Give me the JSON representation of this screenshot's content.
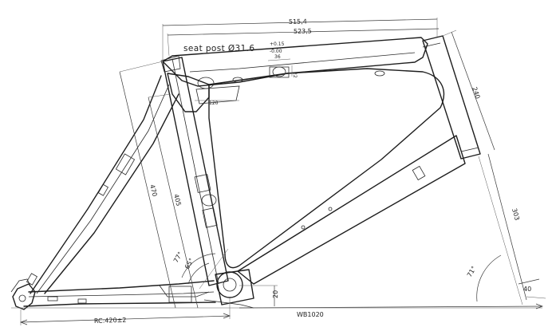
{
  "labels": {
    "dim_515": "515,4",
    "dim_523": "523,5",
    "seat_post_text": "seat post Ø31.6",
    "seat_post_tol_plus": "+0.15",
    "seat_post_tol_minus": "-0.00",
    "dim_36": "36",
    "dim_22": "22",
    "dim_120": "120",
    "dim_240": "240",
    "dim_470": "470",
    "dim_405": "405",
    "dim_303": "303",
    "dim_40": "40",
    "dim_20": "20",
    "angle_77": "77°",
    "angle_65": "65°",
    "angle_71": "71°",
    "wb": "WB1020",
    "rc": "RC:420±2"
  }
}
